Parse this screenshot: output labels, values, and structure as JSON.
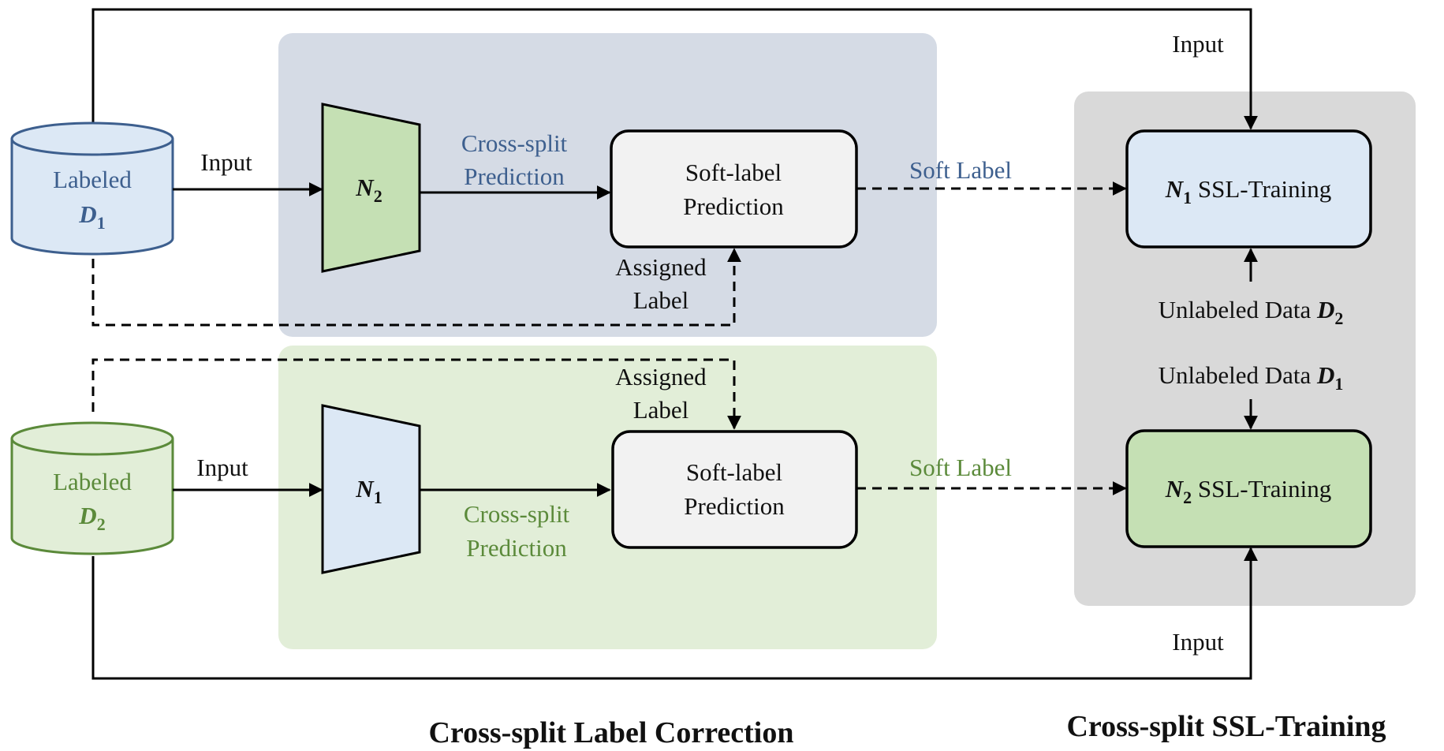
{
  "colors": {
    "top_panel": "#d5dbe5",
    "bottom_panel": "#e2eed8",
    "right_panel": "#d9d9d9",
    "blue_fill": "#dce8f5",
    "green_fill": "#c5e0b4",
    "box_fill": "#f2f2f2",
    "blue_text": "#3d5f8e",
    "green_text": "#5b8a3a"
  },
  "top_row": {
    "db": {
      "line1": "Labeled",
      "symbol": "D",
      "sub": "1"
    },
    "input_label": "Input",
    "net": {
      "symbol": "N",
      "sub": "2"
    },
    "cross_split": [
      "Cross-split",
      "Prediction"
    ],
    "soft_box": [
      "Soft-label",
      "Prediction"
    ],
    "assigned": [
      "Assigned",
      "Label"
    ],
    "soft_label": "Soft Label"
  },
  "bottom_row": {
    "db": {
      "line1": "Labeled",
      "symbol": "D",
      "sub": "2"
    },
    "input_label": "Input",
    "net": {
      "symbol": "N",
      "sub": "1"
    },
    "cross_split": [
      "Cross-split",
      "Prediction"
    ],
    "soft_box": [
      "Soft-label",
      "Prediction"
    ],
    "assigned": [
      "Assigned",
      "Label"
    ],
    "soft_label": "Soft Label"
  },
  "right_panel": {
    "top_input": "Input",
    "bottom_input": "Input",
    "ssl_top": {
      "symbol": "N",
      "sub": "1",
      "text": " SSL-Training"
    },
    "ssl_bottom": {
      "symbol": "N",
      "sub": "2",
      "text": " SSL-Training"
    },
    "unlabeled_top": {
      "text": "Unlabeled Data ",
      "symbol": "D",
      "sub": "2"
    },
    "unlabeled_bottom": {
      "text": "Unlabeled Data ",
      "symbol": "D",
      "sub": "1"
    }
  },
  "titles": {
    "left": "Cross-split Label Correction",
    "right": "Cross-split SSL-Training"
  }
}
